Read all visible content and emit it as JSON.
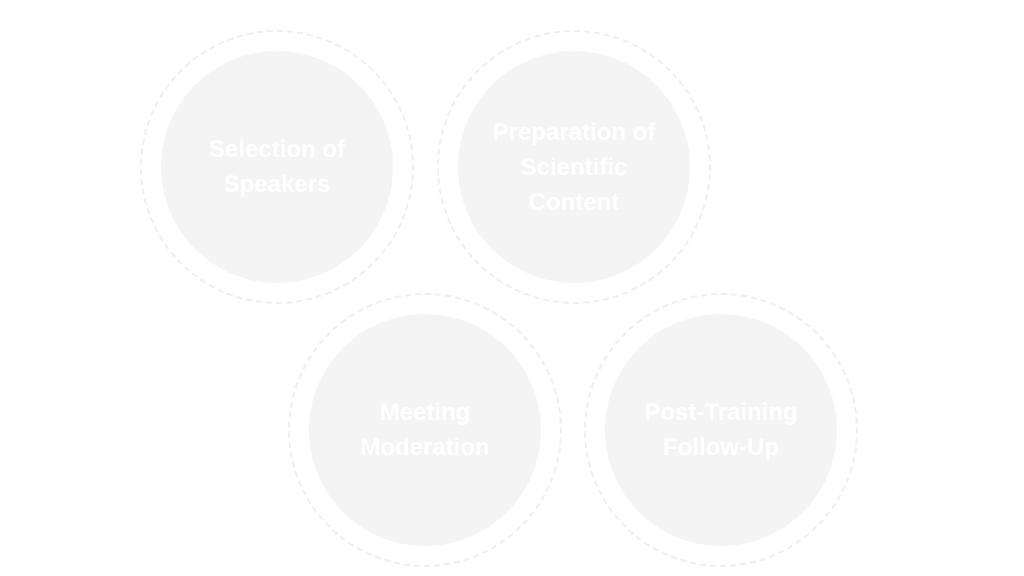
{
  "diagram": {
    "nodes": [
      {
        "label": "Selection of Speakers"
      },
      {
        "label": "Preparation of Scientific Content"
      },
      {
        "label": "Meeting Moderation"
      },
      {
        "label": "Post-Training Follow-Up"
      }
    ],
    "colors": {
      "fill": "#f4f4f4",
      "dash": "#eeeeee",
      "text": "#ffffff"
    }
  }
}
